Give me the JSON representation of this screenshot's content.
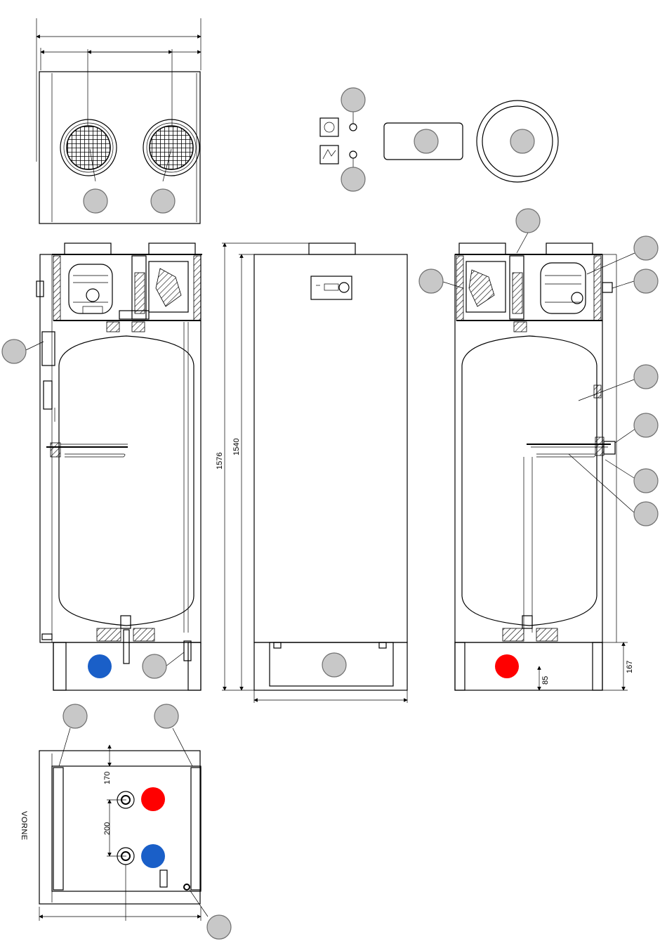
{
  "labels": {
    "front": "VORNE"
  },
  "dimensions": {
    "total_height": "1576",
    "body_height": "1540",
    "connection_height": "85",
    "base_height": "167",
    "pipe_offset_front": "170",
    "pipe_spacing": "200"
  },
  "colors": {
    "hot_water": "#ff0000",
    "cold_water": "#1a5fc8",
    "callout_fill": "#c8c8c8",
    "callout_stroke": "#6e6e6e"
  },
  "panel_icons": [
    "boiler-symbol-icon",
    "solar-collector-icon"
  ]
}
